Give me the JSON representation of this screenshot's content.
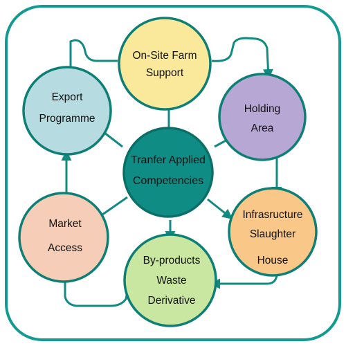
{
  "colors": {
    "frame": "#149a8f",
    "connector": "#138a80",
    "node_stroke": "#0e7f75",
    "on_site": "#fbe99b",
    "holding": "#b7a7d4",
    "infrastructure": "#f9c787",
    "byproducts": "#c9e7a0",
    "market": "#f6cdb6",
    "export": "#b6dbe1",
    "center": "#0f8d85"
  },
  "nodes": {
    "center": {
      "line1": "Tranfer Applied",
      "line2": "Competencies"
    },
    "on_site": {
      "line1": "On-Site Farm",
      "line2": "Support"
    },
    "holding": {
      "line1": "Holding",
      "line2": "Area"
    },
    "infrastructure": {
      "line1": "Infrasructure",
      "line2": "Slaughter",
      "line3": "House"
    },
    "byproducts": {
      "line1": "By-products",
      "line2": "Waste",
      "line3": "Derivative"
    },
    "market": {
      "line1": "Market",
      "line2": "Access"
    },
    "export": {
      "line1": "Export",
      "line2": "Programme"
    }
  }
}
